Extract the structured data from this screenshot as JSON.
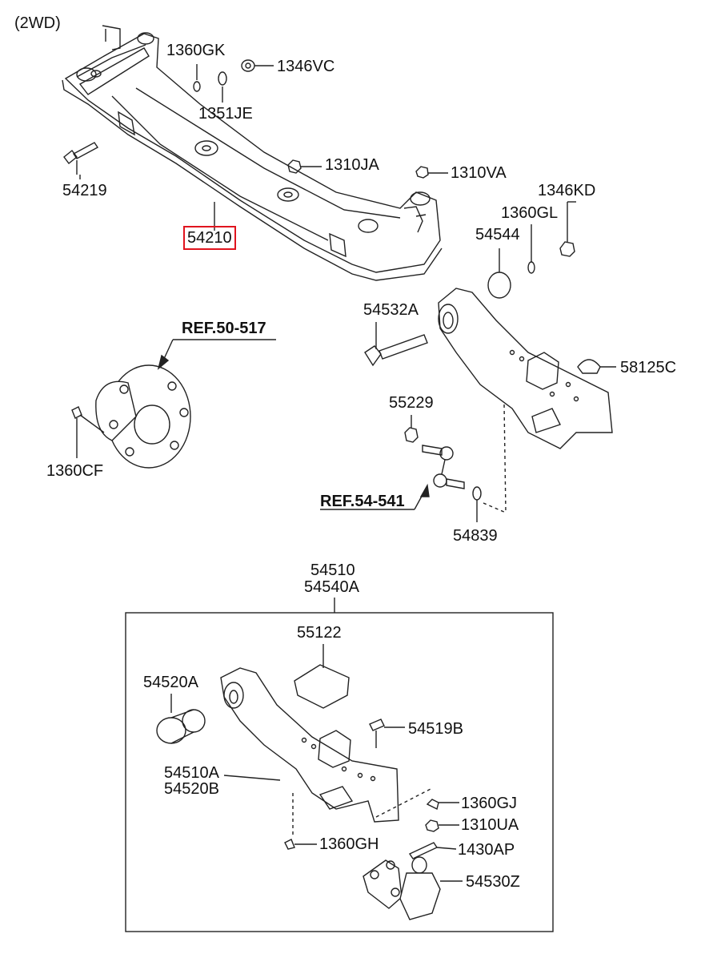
{
  "variant": "(2WD)",
  "highlight_color": "#e0141e",
  "parts": {
    "p1360GK": "1360GK",
    "p1346VC": "1346VC",
    "p1351JE": "1351JE",
    "p54219": "54219",
    "p1310JA": "1310JA",
    "p1310VA": "1310VA",
    "p1346KD": "1346KD",
    "p1360GL": "1360GL",
    "p54210": "54210",
    "p54544": "54544",
    "p54532A": "54532A",
    "p58125C": "58125C",
    "ref50517": "REF.50-517",
    "p55229": "55229",
    "p1360CF": "1360CF",
    "ref54541": "REF.54-541",
    "p54839": "54839",
    "p54510": "54510",
    "p54540A": "54540A",
    "p55122": "55122",
    "p54520A": "54520A",
    "p54519B": "54519B",
    "p54510A": "54510A",
    "p54520B": "54520B",
    "p1360GJ": "1360GJ",
    "p1310UA": "1310UA",
    "p1360GH": "1360GH",
    "p1430AP": "1430AP",
    "p54530Z": "54530Z"
  }
}
